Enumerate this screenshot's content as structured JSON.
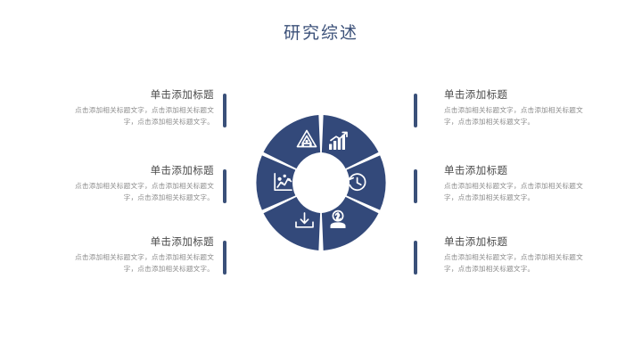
{
  "slide": {
    "title": "研究综述",
    "background_color": "#ffffff",
    "title_color": "#3c5179",
    "accent_color": "#33497a"
  },
  "blocks": [
    {
      "id": "left-1",
      "side": "left",
      "title": "单击添加标题",
      "body": "点击添加相关标题文字，点击添加相关标题文字，点击添加相关标题文字。"
    },
    {
      "id": "left-2",
      "side": "left",
      "title": "单击添加标题",
      "body": "点击添加相关标题文字，点击添加相关标题文字，点击添加相关标题文字。"
    },
    {
      "id": "left-3",
      "side": "left",
      "title": "单击添加标题",
      "body": "点击添加相关标题文字，点击添加相关标题文字，点击添加相关标题文字。"
    },
    {
      "id": "right-1",
      "side": "right",
      "title": "单击添加标题",
      "body": "点击添加相关标题文字，点击添加相关标题文字，点击添加相关标题文字。"
    },
    {
      "id": "right-2",
      "side": "right",
      "title": "单击添加标题",
      "body": "点击添加相关标题文字，点击添加相关标题文字，点击添加相关标题文字。"
    },
    {
      "id": "right-3",
      "side": "right",
      "title": "单击添加标题",
      "body": "点击添加相关标题文字，点击添加相关标题文字，点击添加相关标题文字。"
    }
  ],
  "donut": {
    "segment_color": "#33497a",
    "icon_color": "#ffffff",
    "segments": [
      {
        "position": "top-left",
        "icon": "pyramid-icon"
      },
      {
        "position": "top-right",
        "icon": "bar-chart-growth-icon"
      },
      {
        "position": "right",
        "icon": "clock-history-icon"
      },
      {
        "position": "bottom-right",
        "icon": "user-badge-icon"
      },
      {
        "position": "bottom-left",
        "icon": "download-icon"
      },
      {
        "position": "left",
        "icon": "scatter-chart-icon"
      }
    ]
  }
}
